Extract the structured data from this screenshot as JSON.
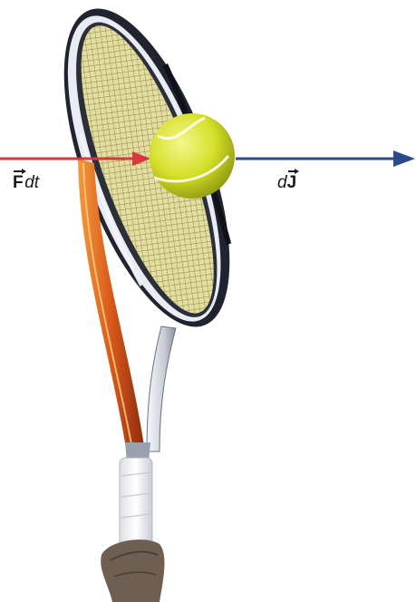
{
  "labels": {
    "force": {
      "symbol": "F",
      "suffix": "dt"
    },
    "impulse": {
      "prefix": "d",
      "symbol": "J"
    }
  },
  "colors": {
    "force_arrow": "#d9363e",
    "impulse_arrow": "#2b4a8c",
    "ball": "#d6e02a",
    "frame_white": "#e9ecf2",
    "frame_dark": "#1f2430",
    "frame_orange": "#e2701c",
    "strings": "#e3dd9e",
    "grip": "#f4f5f8",
    "hand": "#6e5f52"
  },
  "objects": [
    "tennis-racket",
    "tennis-ball",
    "hand",
    "force-arrow",
    "impulse-arrow"
  ]
}
